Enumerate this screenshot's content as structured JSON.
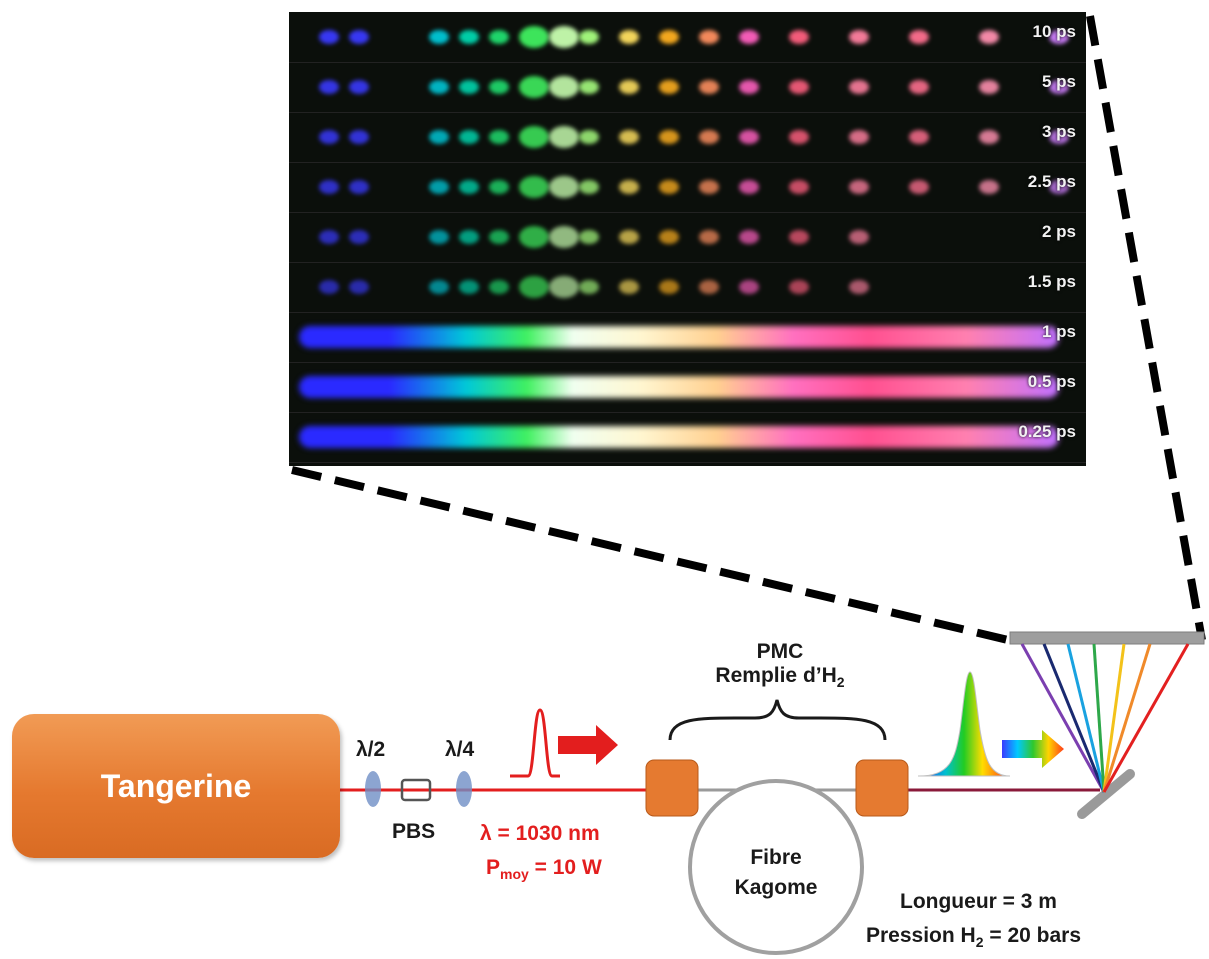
{
  "photo": {
    "strips": [
      {
        "label": "10 ps"
      },
      {
        "label": "5 ps"
      },
      {
        "label": "3 ps"
      },
      {
        "label": "2.5 ps"
      },
      {
        "label": "2 ps"
      },
      {
        "label": "1.5 ps"
      },
      {
        "label": "1 ps"
      },
      {
        "label": "0.5 ps"
      },
      {
        "label": "0.25 ps"
      }
    ]
  },
  "setup": {
    "laser_label": "Tangerine",
    "half_wave": "λ/2",
    "quarter_wave": "λ/4",
    "pbs": "PBS",
    "wavelength": "λ = 1030 nm",
    "power_prefix": "P",
    "power_sub": "moy",
    "power_value": "= 10 W",
    "pmc_line1": "PMC",
    "pmc_line2_prefix": "Remplie d’H",
    "pmc_line2_sub": "2",
    "fibre_line1": "Fibre",
    "fibre_line2": "Kagome",
    "length": "Longueur = 3 m",
    "pressure_prefix": "Pression H",
    "pressure_sub": "2",
    "pressure_value": " = 20 bars"
  },
  "colors": {
    "beam_red": "#e31e1e",
    "orange": "#e57a30",
    "red_text": "#e31e1e"
  }
}
